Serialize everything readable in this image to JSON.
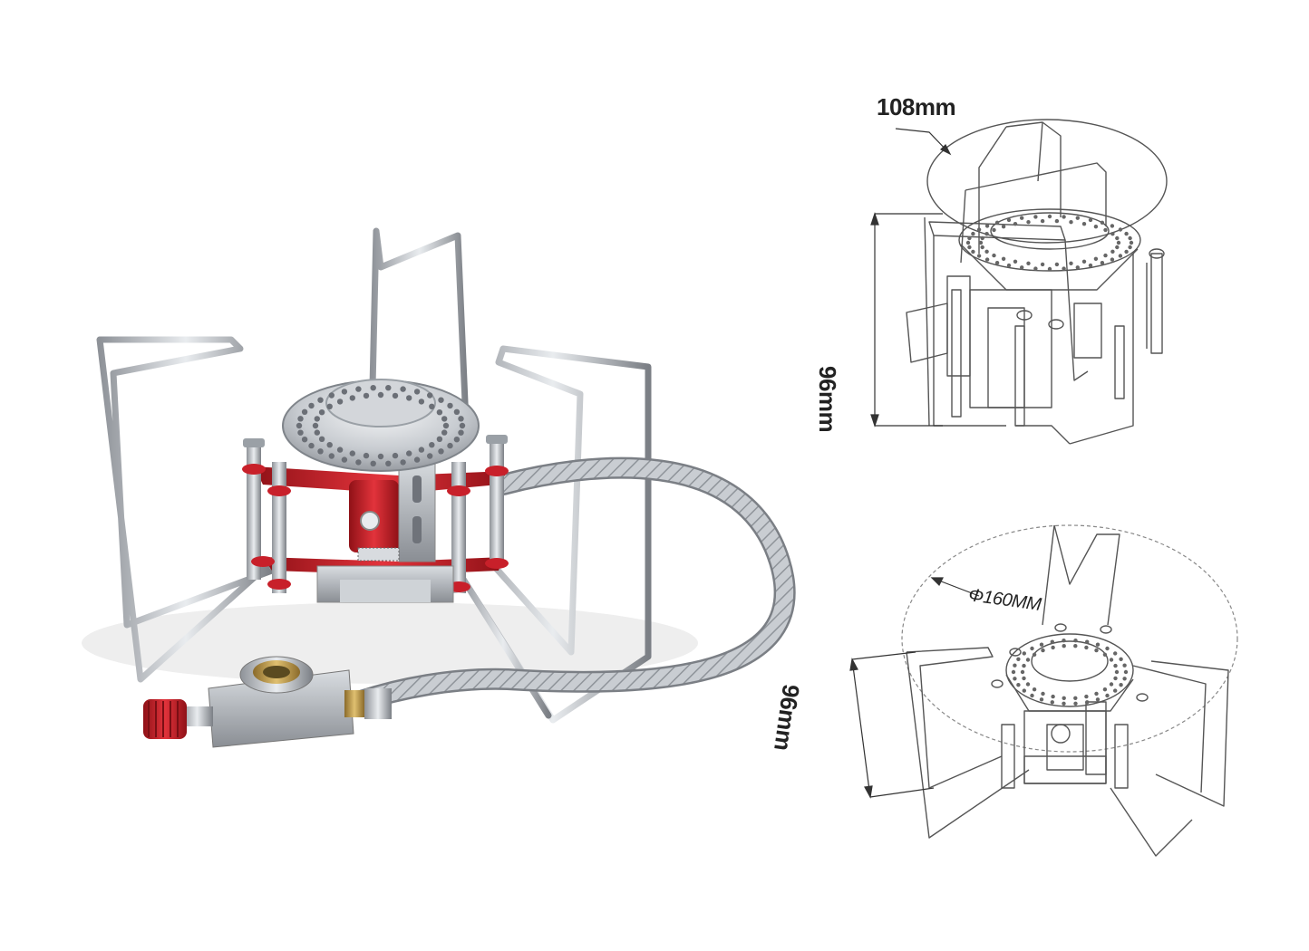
{
  "photo": {
    "subject": "folding-gas-stove-photo"
  },
  "drawing_top": {
    "width_label": "108mm",
    "height_label": "96mm"
  },
  "drawing_bottom": {
    "diameter_label": "Φ160MM",
    "height_label": "96mm"
  },
  "colors": {
    "accent_red": "#c8202a",
    "steel": "#b8bcc2",
    "line_art": "#555555",
    "background": "#ffffff"
  }
}
